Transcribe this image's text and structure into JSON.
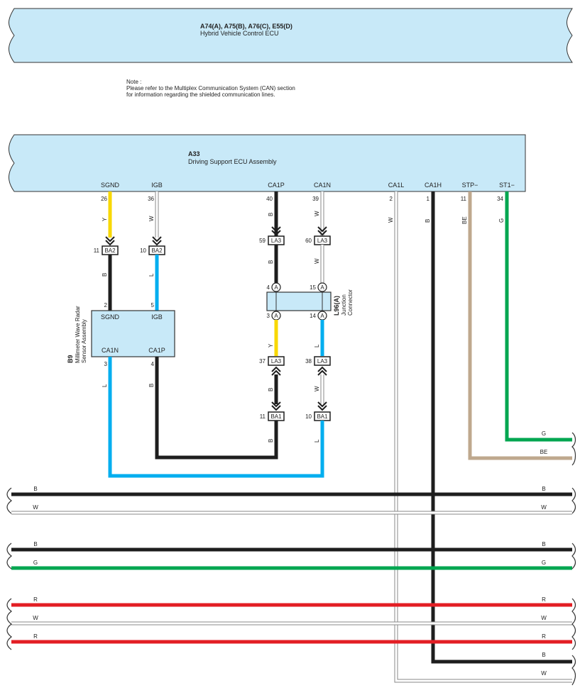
{
  "colors": {
    "ecu_fill": "#c8e9f8",
    "wire_black": "#1e1e1e",
    "wire_yellow": "#f8d800",
    "wire_blue": "#00aeef",
    "wire_green": "#00a650",
    "wire_red": "#e31e24",
    "wire_beige": "#bfa88e",
    "wire_white_outline": "#888888"
  },
  "hv_ecu": {
    "code": "A74(A), A75(B), A76(C), E55(D)",
    "name": "Hybrid Vehicle Control ECU"
  },
  "note": {
    "line1": "Note :",
    "line2": "Please refer to the Multiplex Communication System (CAN) section",
    "line3": "for information regarding the shielded communication lines."
  },
  "ds_ecu": {
    "code": "A33",
    "name": "Driving Support ECU Assembly",
    "pins": [
      {
        "name": "SGND",
        "num": "26",
        "color": "Y"
      },
      {
        "name": "IGB",
        "num": "36",
        "color": "W"
      },
      {
        "name": "CA1P",
        "num": "40",
        "color": "B"
      },
      {
        "name": "CA1N",
        "num": "39",
        "color": "W"
      },
      {
        "name": "CA1L",
        "num": "2",
        "color": "W"
      },
      {
        "name": "CA1H",
        "num": "1",
        "color": "B"
      },
      {
        "name": "STP−",
        "num": "11",
        "color": "BE"
      },
      {
        "name": "ST1−",
        "num": "34",
        "color": "G"
      }
    ]
  },
  "connectors": {
    "ba2_sgnd": {
      "num": "11",
      "code": "BA2",
      "color": "B"
    },
    "ba2_igb": {
      "num": "10",
      "code": "BA2",
      "color": "L"
    },
    "la3_ca1p": {
      "num": "59",
      "code": "LA3",
      "color": "B"
    },
    "la3_ca1n": {
      "num": "60",
      "code": "LA3",
      "color": "W"
    },
    "la3_37": {
      "num": "37",
      "code": "LA3",
      "color": "B"
    },
    "la3_38": {
      "num": "38",
      "code": "LA3",
      "color": "W"
    },
    "ba1_11": {
      "num": "11",
      "code": "BA1",
      "color": "B"
    },
    "ba1_10": {
      "num": "10",
      "code": "BA1",
      "color": "L"
    }
  },
  "junction": {
    "code": "L96(A)",
    "name_line1": "Junction",
    "name_line2": "Connector",
    "pin4": "4",
    "pin15": "15",
    "pin3": "3",
    "pin14": "14",
    "marker": "A",
    "wire_y": "Y",
    "wire_l": "L"
  },
  "radar": {
    "code": "B9",
    "name_line1": "Millimeter Wave Radar",
    "name_line2": "Sensor Assembly",
    "pin_sgnd": "SGND",
    "pin_sgnd_num": "2",
    "pin_igb": "IGB",
    "pin_igb_num": "5",
    "pin_ca1n": "CA1N",
    "pin_ca1n_num": "3",
    "pin_ca1p": "CA1P",
    "pin_ca1p_num": "4",
    "wire_ca1n": "L",
    "wire_ca1p": "B"
  },
  "right_labels": {
    "g_top": "G",
    "be_top": "BE"
  },
  "buses": [
    {
      "left": "B",
      "right": "B"
    },
    {
      "left": "W",
      "right": "W"
    },
    {
      "left": "B",
      "right": "B"
    },
    {
      "left": "G",
      "right": "G"
    },
    {
      "left": "R",
      "right": "R"
    },
    {
      "left": "W",
      "right": "W"
    },
    {
      "left": "R",
      "right": "R"
    },
    {
      "left": "",
      "right": "B"
    },
    {
      "left": "",
      "right": "W"
    }
  ]
}
